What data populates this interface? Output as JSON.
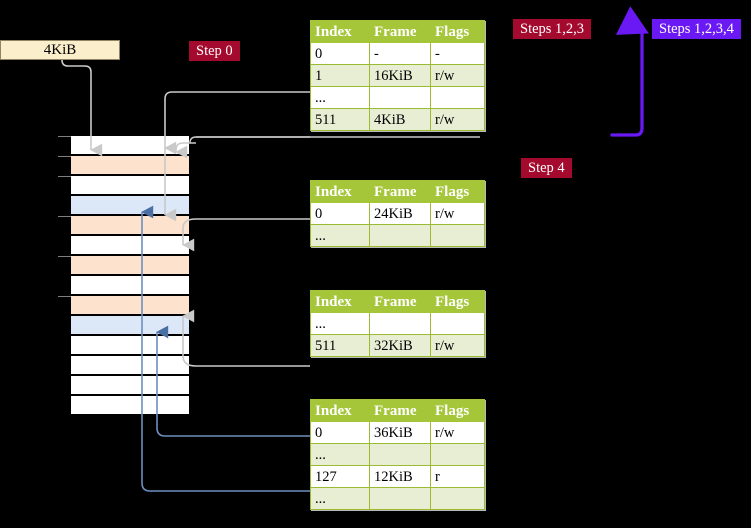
{
  "diagram": {
    "title": "page-table-walk",
    "colors": {
      "table_header": "#a5c639",
      "table_alt_row": "#e8eed4",
      "highlight": "#fcfca0",
      "badge_red": "#a30a2e",
      "badge_blue": "#6a19f5",
      "memory_orange": "#fde3ce",
      "memory_blue": "#dce8f7",
      "kib_box": "#fbeecb",
      "connector_gray": "#b3b3b3",
      "connector_blue": "#6d8fbf"
    }
  },
  "memory_box": {
    "label": "4KiB"
  },
  "badges": {
    "step0": "Step 0",
    "step4": "Step 4",
    "steps123": "Steps 1,2,3",
    "steps1234": "Steps 1,2,3,4"
  },
  "columns": [
    "Index",
    "Frame",
    "Flags"
  ],
  "tables": [
    {
      "name": "level-0-table",
      "rows": [
        {
          "index": "0",
          "frame": "-",
          "flags": "-",
          "style": "plain"
        },
        {
          "index": "1",
          "frame": "16KiB",
          "flags": "r/w",
          "style": "alt"
        },
        {
          "index": "...",
          "frame": "",
          "flags": "",
          "style": "plain"
        },
        {
          "index": "511",
          "frame": "4KiB",
          "flags": "r/w",
          "style": "alt",
          "highlight": true
        }
      ]
    },
    {
      "name": "level-1-table",
      "rows": [
        {
          "index": "0",
          "frame": "24KiB",
          "flags": "r/w",
          "style": "plain"
        },
        {
          "index": "...",
          "frame": "",
          "flags": "",
          "style": "alt"
        }
      ]
    },
    {
      "name": "level-2-table",
      "rows": [
        {
          "index": "...",
          "frame": "",
          "flags": "",
          "style": "plain"
        },
        {
          "index": "511",
          "frame": "32KiB",
          "flags": "r/w",
          "style": "alt"
        }
      ]
    },
    {
      "name": "level-3-table",
      "rows": [
        {
          "index": "0",
          "frame": "36KiB",
          "flags": "r/w",
          "style": "plain"
        },
        {
          "index": "...",
          "frame": "",
          "flags": "",
          "style": "alt"
        },
        {
          "index": "127",
          "frame": "12KiB",
          "flags": "r",
          "style": "plain"
        },
        {
          "index": "...",
          "frame": "",
          "flags": "",
          "style": "alt"
        }
      ]
    }
  ],
  "memory_grid": {
    "name": "physical-memory-grid",
    "row_count": 14,
    "rows": [
      {
        "fill": "white",
        "tick": true
      },
      {
        "fill": "orange",
        "tick": true
      },
      {
        "fill": "white",
        "tick": true
      },
      {
        "fill": "blue",
        "tick": false
      },
      {
        "fill": "orange",
        "tick": true
      },
      {
        "fill": "white",
        "tick": false
      },
      {
        "fill": "orange",
        "tick": true
      },
      {
        "fill": "white",
        "tick": false
      },
      {
        "fill": "orange",
        "tick": true
      },
      {
        "fill": "blue",
        "tick": false
      },
      {
        "fill": "white",
        "tick": false
      },
      {
        "fill": "white",
        "tick": false
      },
      {
        "fill": "white",
        "tick": false
      },
      {
        "fill": "white",
        "tick": false
      }
    ]
  }
}
